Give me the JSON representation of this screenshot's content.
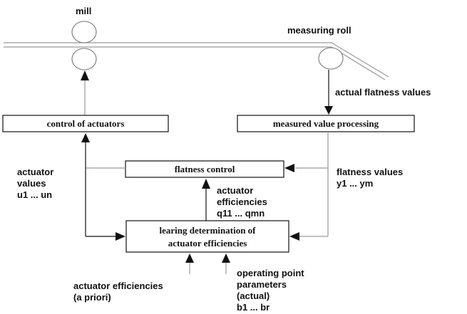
{
  "labels": {
    "mill": "mill",
    "measuring_roll": "measuring roll",
    "actual_flatness_values": "actual flatness values",
    "actuator_values": [
      "actuator",
      "values",
      "u1 ... un"
    ],
    "flatness_values": [
      "flatness values",
      "y1 ... ym"
    ],
    "actuator_efficiencies_out": [
      "actuator",
      "efficiencies",
      "q11 ... qmn"
    ],
    "actuator_efficiencies_apriori": [
      "actuator efficiencies",
      "(a priori)"
    ],
    "operating_point": [
      "operating point",
      "parameters",
      "(actual)",
      "b1 ... br"
    ]
  },
  "boxes": {
    "control_of_actuators": "control of actuators",
    "measured_value_processing": "measured value processing",
    "flatness_control": "flatness control",
    "learning_determination": [
      "learing determination of",
      "actuator efficiencies"
    ]
  },
  "icons": {
    "mill_rolls": "mill-rolls-icon",
    "measuring_roll": "measuring-roll-icon",
    "strip": "strip-icon"
  }
}
